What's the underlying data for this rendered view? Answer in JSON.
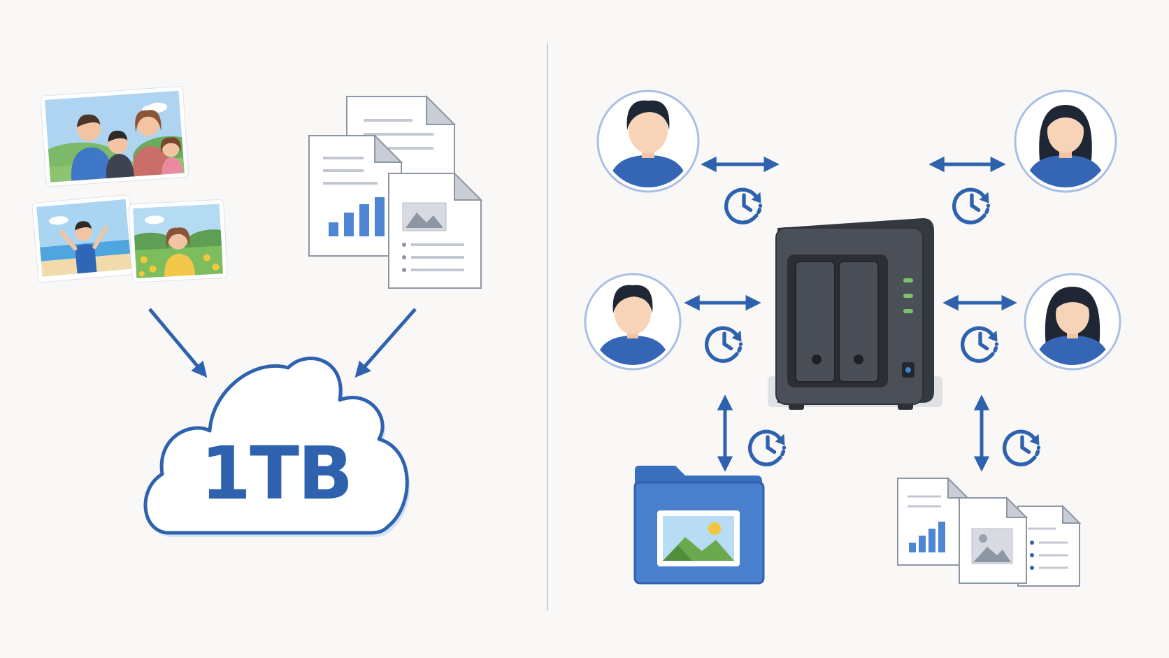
{
  "left_panel": {
    "cloud_storage": {
      "label": "1TB"
    },
    "sources": [
      "family-photos",
      "documents"
    ]
  },
  "right_panel": {
    "hub": "nas-device",
    "users": [
      "user-man-top-left",
      "user-woman-top-right",
      "user-boy-mid-left",
      "user-girl-mid-right"
    ],
    "storage_items": [
      "photo-folder",
      "document-stack"
    ]
  },
  "colors": {
    "accent": "#2e62ae",
    "background": "#f9f8f6",
    "nas_body": "#4b5058",
    "avatar_ring": "#a9bfe3",
    "led_green": "#7bc36b",
    "divider": "#c9ccd2"
  },
  "icons": [
    "arrow-icon",
    "bidirectional-arrow-icon",
    "sync-clock-icon",
    "folder-icon",
    "document-icon",
    "chart-icon",
    "image-icon",
    "cloud-icon",
    "avatar-icon"
  ]
}
